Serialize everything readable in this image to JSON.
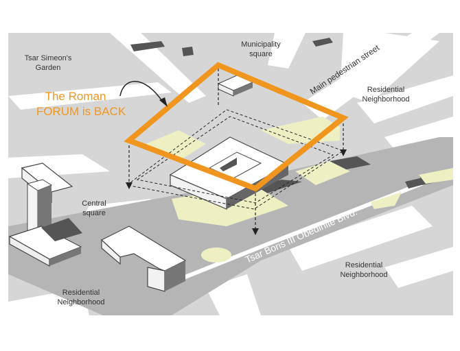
{
  "labels": {
    "garden_line1": "Tsar Simeon's",
    "garden_line2": "Garden",
    "municipality_line1": "Municipality",
    "municipality_line2": "square",
    "pedestrian_street": "Main pedestrian street",
    "residential_ne_line1": "Residential",
    "residential_ne_line2": "Neighborhood",
    "central_line1": "Central",
    "central_line2": "square",
    "boulevard": "Tsar Boris III Obedinite Blvd.",
    "residential_se_line1": "Residential",
    "residential_se_line2": "Neighborhood",
    "residential_sw_line1": "Residential",
    "residential_sw_line2": "Neighborhood"
  },
  "headline": {
    "line1": "The Roman",
    "line2": "FORUM is BACK"
  },
  "colors": {
    "forum_orange": "#f0961e",
    "block_gray": "#d6d6d6",
    "road_gray": "#b5b5b5",
    "plaza_yellow": "#eef0c4",
    "text_dark": "#333333"
  }
}
